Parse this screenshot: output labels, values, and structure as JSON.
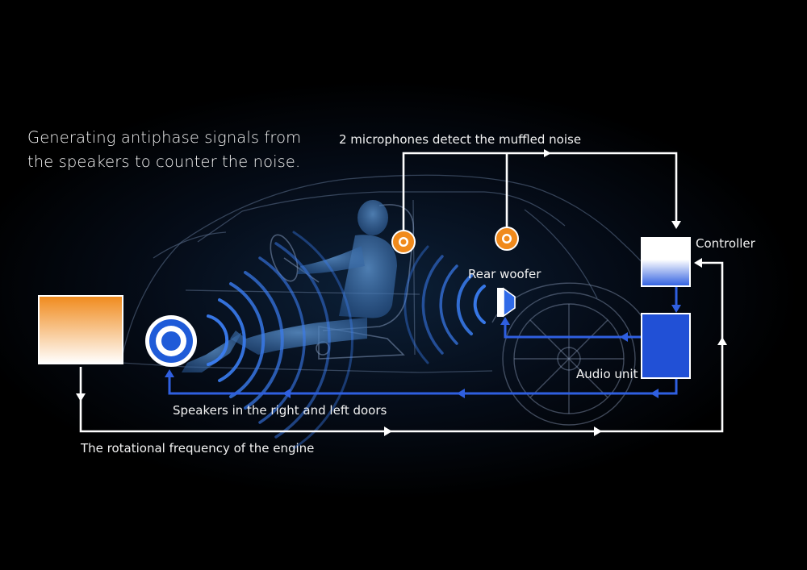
{
  "headline": {
    "line1": "Generating antiphase signals from",
    "line2": "the speakers to counter the noise."
  },
  "labels": {
    "microphones": "2 microphones detect the muffled noise",
    "controller": "Controller",
    "rear_woofer": "Rear woofer",
    "audio_unit": "Audio unit",
    "speakers": "Speakers in the right and left doors",
    "engine": "The rotational frequency of the engine"
  },
  "colors": {
    "background": "#000000",
    "signal_white": "#ffffff",
    "signal_blue": "#2f5fe0",
    "microphone_orange": "#f08a1c",
    "speaker_blue": "#1f5bd8",
    "wave_blue": "#3a7cf0"
  }
}
